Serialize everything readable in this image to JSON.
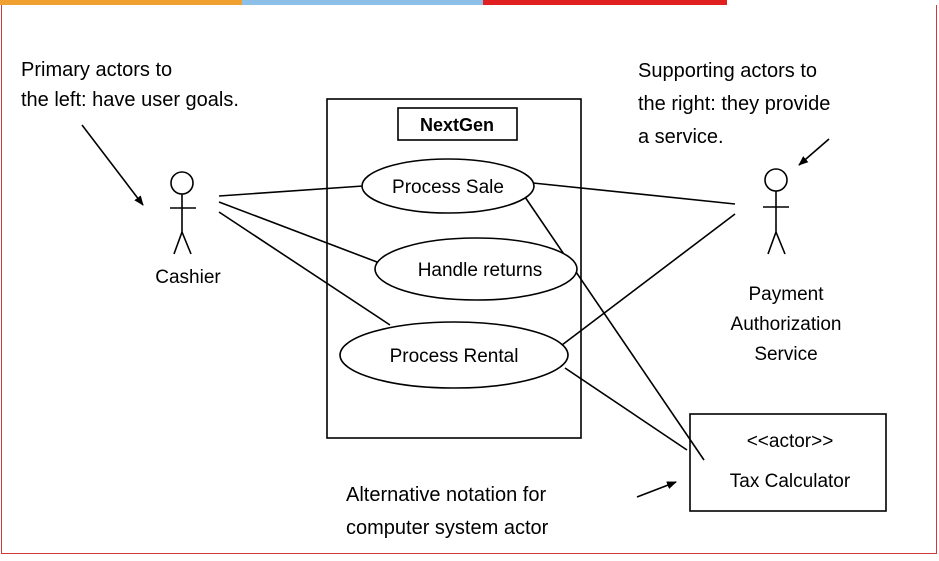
{
  "diagram": {
    "system_name": "NextGen",
    "use_cases": {
      "process_sale": "Process Sale",
      "handle_returns": "Handle returns",
      "process_rental": "Process Rental"
    },
    "actors": {
      "cashier": "Cashier",
      "payment_service": [
        "Payment",
        "Authorization",
        "Service"
      ],
      "tax_stereotype": "<<actor>>",
      "tax_name": "Tax Calculator"
    },
    "notes": {
      "primary": [
        "Primary actors to",
        "the left: have user goals."
      ],
      "supporting": [
        "Supporting actors to",
        "the right: they provide",
        "a service."
      ],
      "alternative": [
        "Alternative notation for",
        "computer system actor"
      ]
    }
  },
  "colors": {
    "top_bar": [
      "#f0a030",
      "#8cc0e8",
      "#e02020"
    ],
    "frame_border": "#d23a3a",
    "ink": "#000000"
  }
}
